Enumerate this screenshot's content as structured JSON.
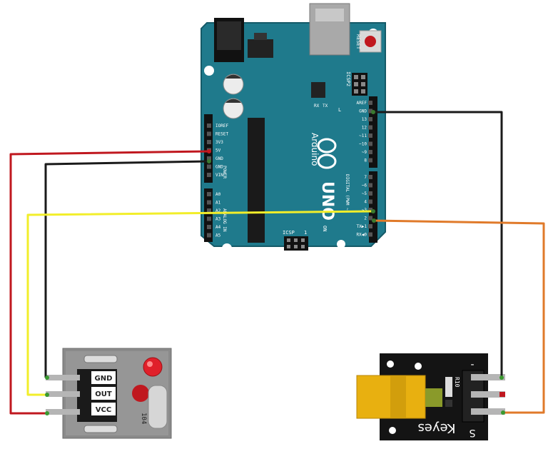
{
  "arduino": {
    "reset_label": "RESET",
    "icsp2_label": "ICSP2",
    "icsp_label": "ICSP",
    "icsp_pin1": "1",
    "brand": "Arduino",
    "model": "UNO",
    "on_label": "ON",
    "led_l": "L",
    "led_tx": "TX",
    "led_rx": "RX",
    "power_label": "POWER",
    "analog_label": "ANALOG IN",
    "digital_label": "DIGITAL (PWM ~)",
    "power_pins": [
      "IOREF",
      "RESET",
      "3V3",
      "5V",
      "GND",
      "GND",
      "VIN"
    ],
    "analog_pins": [
      "A0",
      "A1",
      "A2",
      "A3",
      "A4",
      "A5"
    ],
    "digital_top_pins": [
      "AREF",
      "GND",
      "13",
      "12",
      "~11",
      "~10",
      "~9",
      "8"
    ],
    "digital_bottom_pins": [
      "7",
      "~6",
      "~5",
      "4",
      "~3",
      "2",
      "TX▶1",
      "RX◀0"
    ]
  },
  "receiver_module": {
    "pin_labels": [
      "GND",
      "OUT",
      "VCC"
    ],
    "marking": "104"
  },
  "laser_module": {
    "resistor_label": "R10",
    "brand": "Keyes",
    "pin_minus": "-",
    "pin_signal": "S"
  },
  "colors": {
    "board": "#1f7a8c",
    "wire_red": "#c0181f",
    "wire_black": "#1a1a1a",
    "wire_yellow": "#f2ee2a",
    "wire_orange": "#e07a2a"
  }
}
